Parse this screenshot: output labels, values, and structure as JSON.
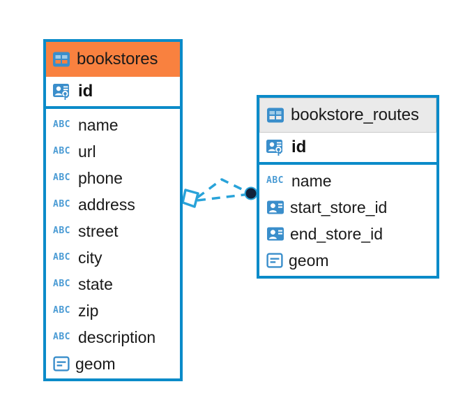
{
  "diagram": {
    "type": "entity-relationship-diagram",
    "background": "#ffffff",
    "accent_border": "#0b8bc9",
    "highlight_header": "#f9813f",
    "normal_header": "#eaeaea",
    "icon_blue": "#3a8ecb",
    "abc_blue": "#4a9bd4",
    "connector_endpoint_fill": "#0d1b2e"
  },
  "entities": [
    {
      "id": "bookstores",
      "title": "bookstores",
      "header_icon": "table-grid-icon",
      "header_style": "orange",
      "primary_key": {
        "name": "id",
        "icon": "primary-key-icon"
      },
      "fields": [
        {
          "name": "name",
          "icon": "abc-text-icon",
          "icon_text": "ABC"
        },
        {
          "name": "url",
          "icon": "abc-text-icon",
          "icon_text": "ABC"
        },
        {
          "name": "phone",
          "icon": "abc-text-icon",
          "icon_text": "ABC"
        },
        {
          "name": "address",
          "icon": "abc-text-icon",
          "icon_text": "ABC"
        },
        {
          "name": "street",
          "icon": "abc-text-icon",
          "icon_text": "ABC"
        },
        {
          "name": "city",
          "icon": "abc-text-icon",
          "icon_text": "ABC"
        },
        {
          "name": "state",
          "icon": "abc-text-icon",
          "icon_text": "ABC"
        },
        {
          "name": "zip",
          "icon": "abc-text-icon",
          "icon_text": "ABC"
        },
        {
          "name": "description",
          "icon": "abc-text-icon",
          "icon_text": "ABC"
        },
        {
          "name": "geom",
          "icon": "geometry-icon",
          "icon_text": ""
        }
      ]
    },
    {
      "id": "bookstore_routes",
      "title": "bookstore_routes",
      "header_icon": "table-grid-icon",
      "header_style": "gray",
      "primary_key": {
        "name": "id",
        "icon": "primary-key-icon"
      },
      "fields": [
        {
          "name": "name",
          "icon": "abc-text-icon",
          "icon_text": "ABC"
        },
        {
          "name": "start_store_id",
          "icon": "foreign-key-icon",
          "icon_text": ""
        },
        {
          "name": "end_store_id",
          "icon": "foreign-key-icon",
          "icon_text": ""
        },
        {
          "name": "geom",
          "icon": "geometry-icon",
          "icon_text": ""
        }
      ]
    }
  ],
  "relationship": {
    "name": "bookstores-to-bookstore-routes",
    "line_style": "dashed",
    "line_color": "#29a3d9",
    "source_marker": "diamond-outline",
    "target_marker": "filled-circle"
  }
}
